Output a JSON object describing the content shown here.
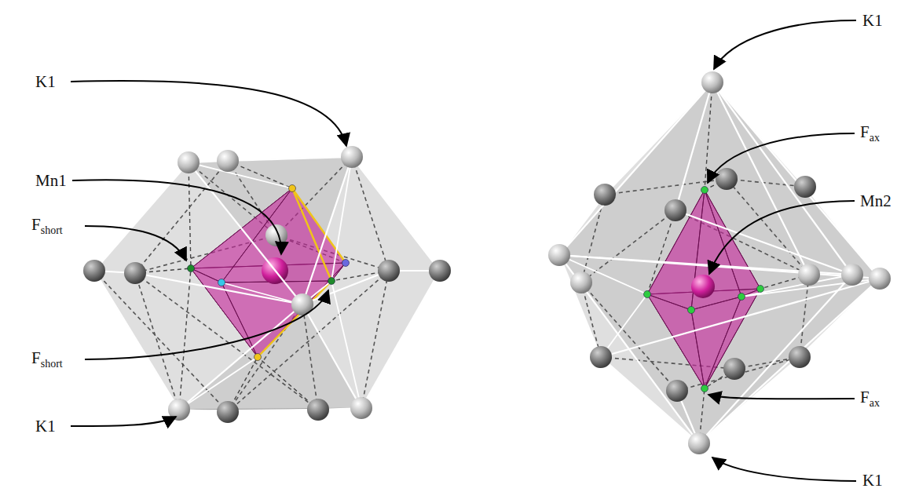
{
  "diagram": {
    "labels": [
      "K1",
      "Mn1",
      "Fshort",
      "Fshort",
      "K1",
      "K1",
      "Fax",
      "Mn2",
      "Fax",
      "K1"
    ]
  }
}
